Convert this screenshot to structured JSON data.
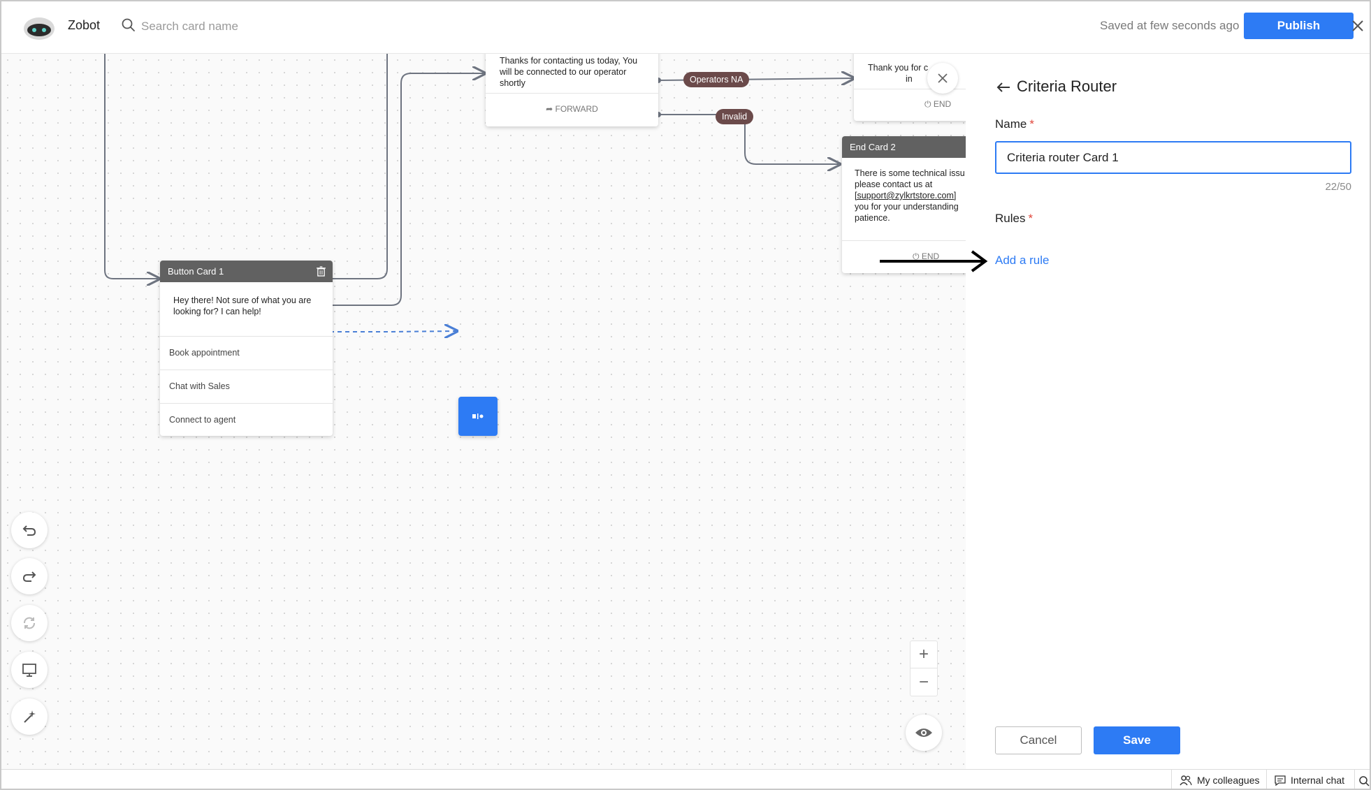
{
  "header": {
    "app_name": "Zobot",
    "search_placeholder": "Search card name",
    "saved_status": "Saved at few seconds ago",
    "publish_label": "Publish"
  },
  "canvas": {
    "forward_card": {
      "message": "Thanks for contacting us today, You will be connected to our operator shortly",
      "footer": "FORWARD"
    },
    "tags": {
      "operators_na": "Operators NA",
      "invalid": "Invalid"
    },
    "end_card_1": {
      "message": "Thank you for c",
      "message_tail": "in",
      "footer": "END"
    },
    "end_card_2": {
      "title": "End Card 2",
      "line1": "There is some technical issu",
      "line2": "please contact us at",
      "line3": "[support@zylkrtstore.com]",
      "line4": "you for your understanding",
      "line5": "patience.",
      "footer": "END"
    },
    "button_card": {
      "title": "Button Card 1",
      "message": "Hey there! Not sure of what you are looking for? I can help!",
      "buttons": [
        "Book appointment",
        "Chat with Sales",
        "Connect to agent"
      ]
    },
    "zoom": {
      "in": "+",
      "out": "−"
    }
  },
  "panel": {
    "title": "Criteria Router",
    "name_label": "Name",
    "required_mark": "*",
    "name_value": "Criteria router Card 1",
    "char_count": "22/50",
    "rules_label": "Rules",
    "add_rule": "Add a rule",
    "cancel_label": "Cancel",
    "save_label": "Save"
  },
  "footer": {
    "colleagues": "My colleagues",
    "internal_chat": "Internal chat"
  },
  "colors": {
    "accent": "#2d7bf4",
    "card_header": "#616161",
    "tag": "#6b4a4a",
    "required": "#e0463b"
  }
}
